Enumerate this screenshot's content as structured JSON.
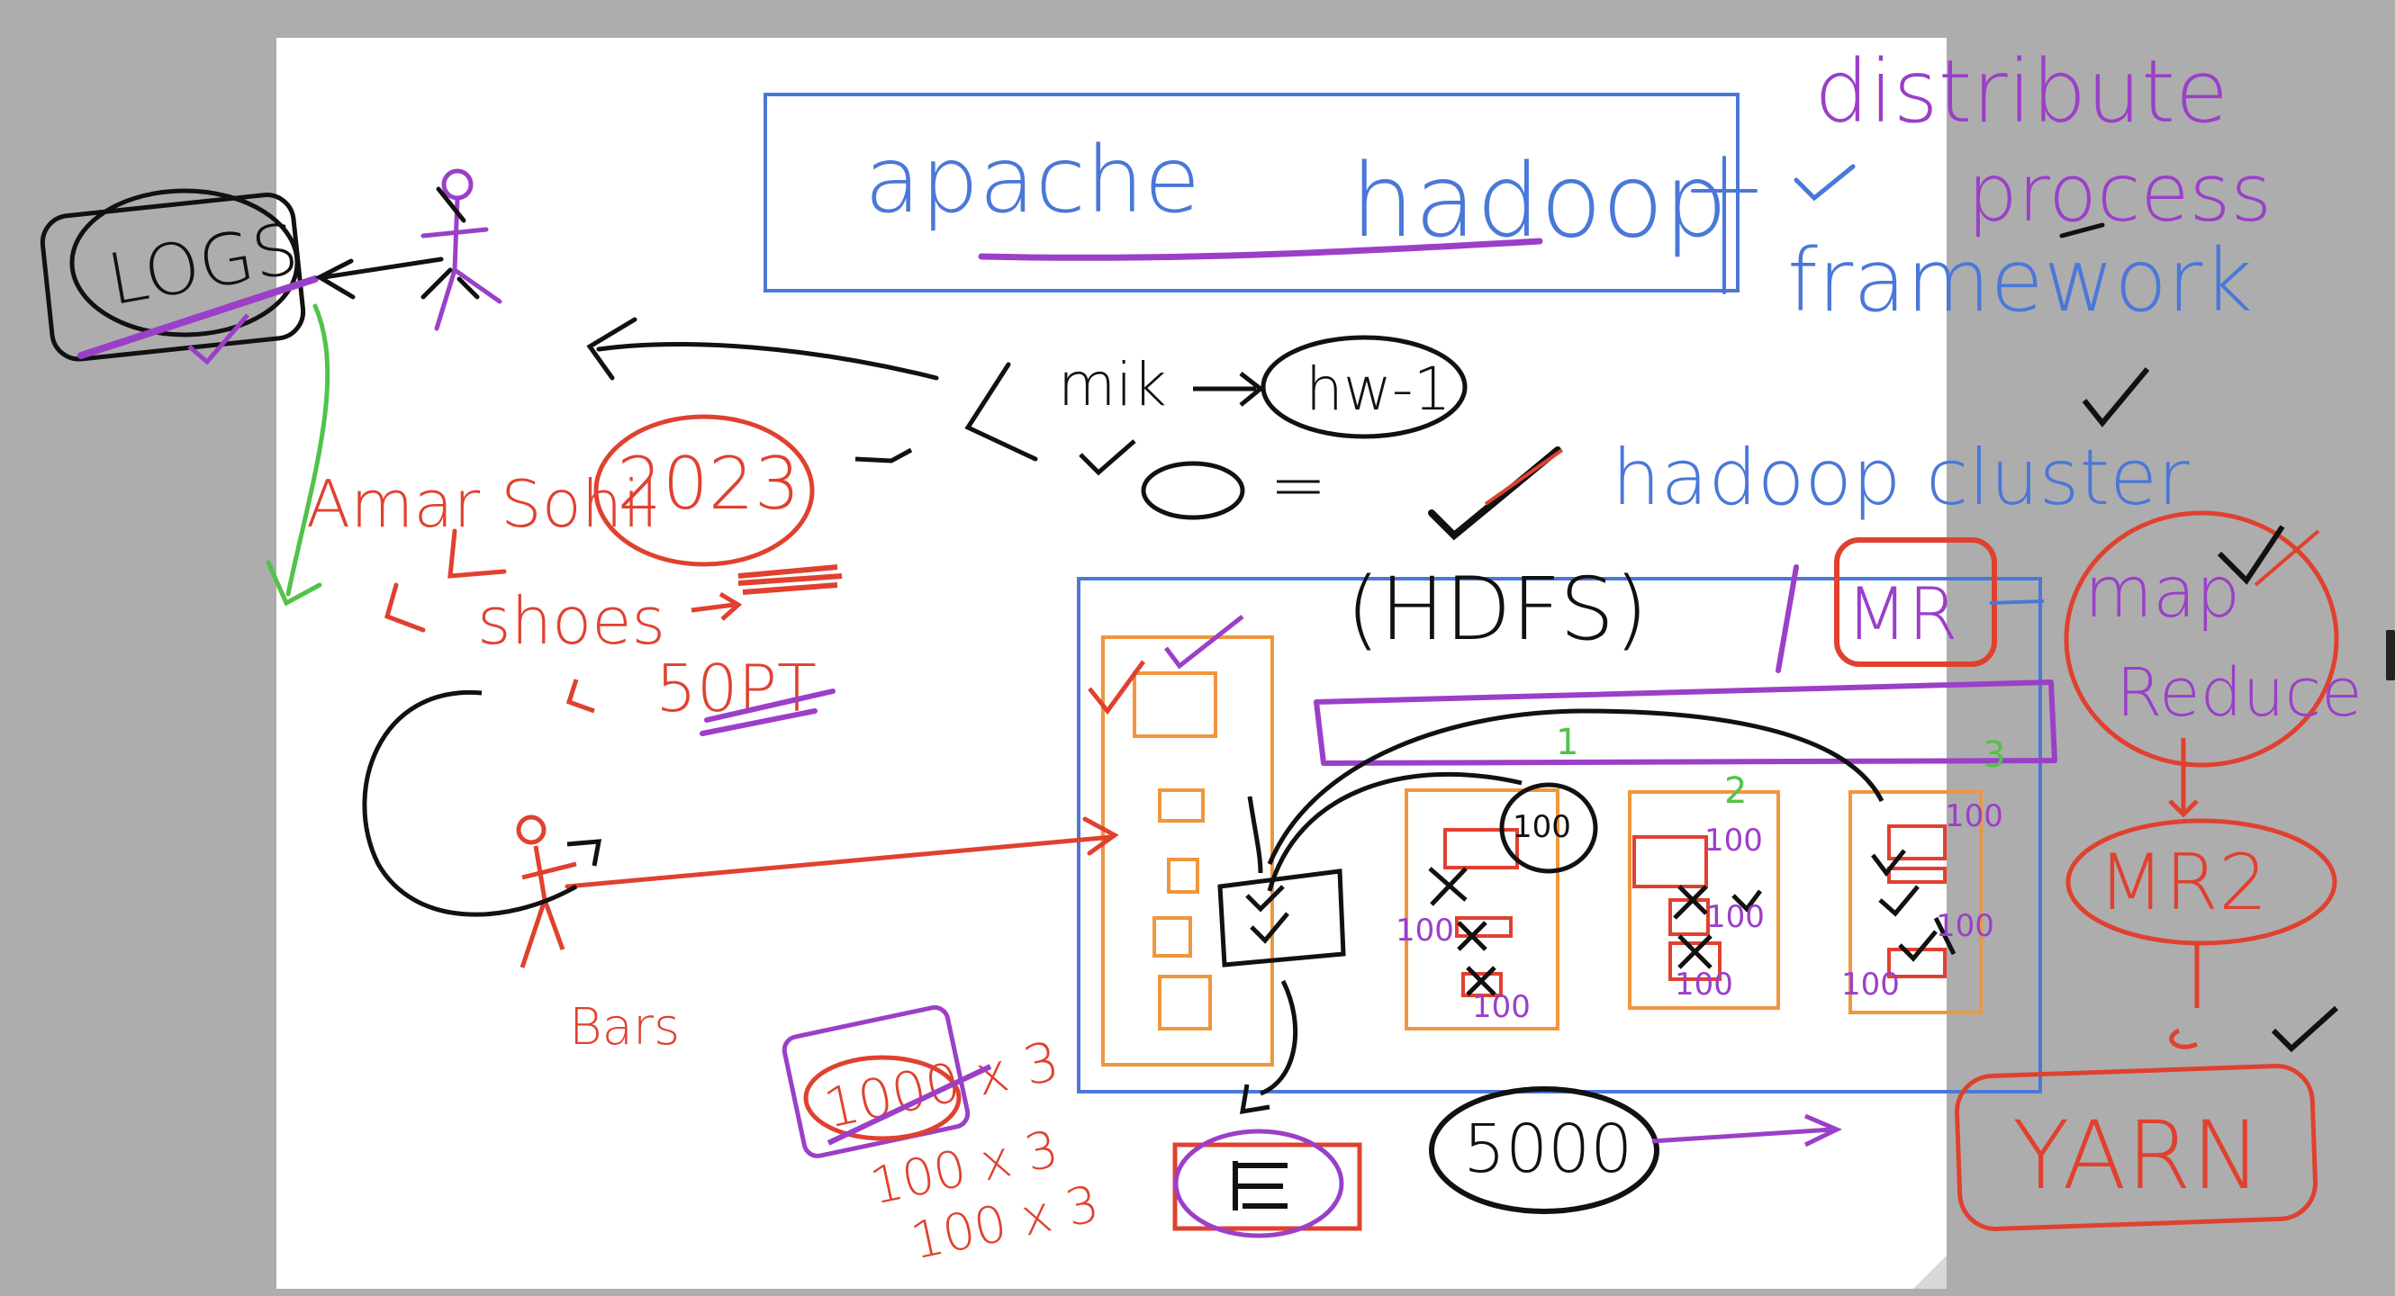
{
  "colors": {
    "background": "#adadad",
    "canvas": "#ffffff",
    "blue": "#4a78d8",
    "purple": "#9b3fc8",
    "red": "#e0412f",
    "black": "#111111",
    "green": "#52c24a",
    "orange": "#f0963c"
  },
  "title": {
    "apache": "apache",
    "hadoop": "hadoop"
  },
  "side_notes": {
    "distribute": "distribute",
    "process": "process",
    "framework": "framework"
  },
  "logs": "LOGS",
  "amar": {
    "name": "Amar Sohil",
    "year": "2023",
    "shoes": "shoes",
    "sopt": "50PT"
  },
  "middle": {
    "mik": "mik",
    "hw": "hw-1",
    "equals": "="
  },
  "cluster": {
    "hadoop_cluster": "hadoop cluster",
    "hdfs": "(HDFS)",
    "mr": "MR",
    "node_numbers": [
      "1",
      "2",
      "3"
    ],
    "block_labels": [
      "100",
      "100",
      "100",
      "100",
      "100",
      "100",
      "100",
      "100",
      "100"
    ]
  },
  "right_flow": {
    "map_reduce_line1": "map",
    "map_reduce_line2": "Reduce",
    "mr2": "MR2",
    "yarn": "YARN"
  },
  "bottom": {
    "bars": "Bars",
    "calc": [
      "1000 x 3",
      "100 x 3",
      "100 x 3"
    ],
    "five_thousand": "5000"
  }
}
